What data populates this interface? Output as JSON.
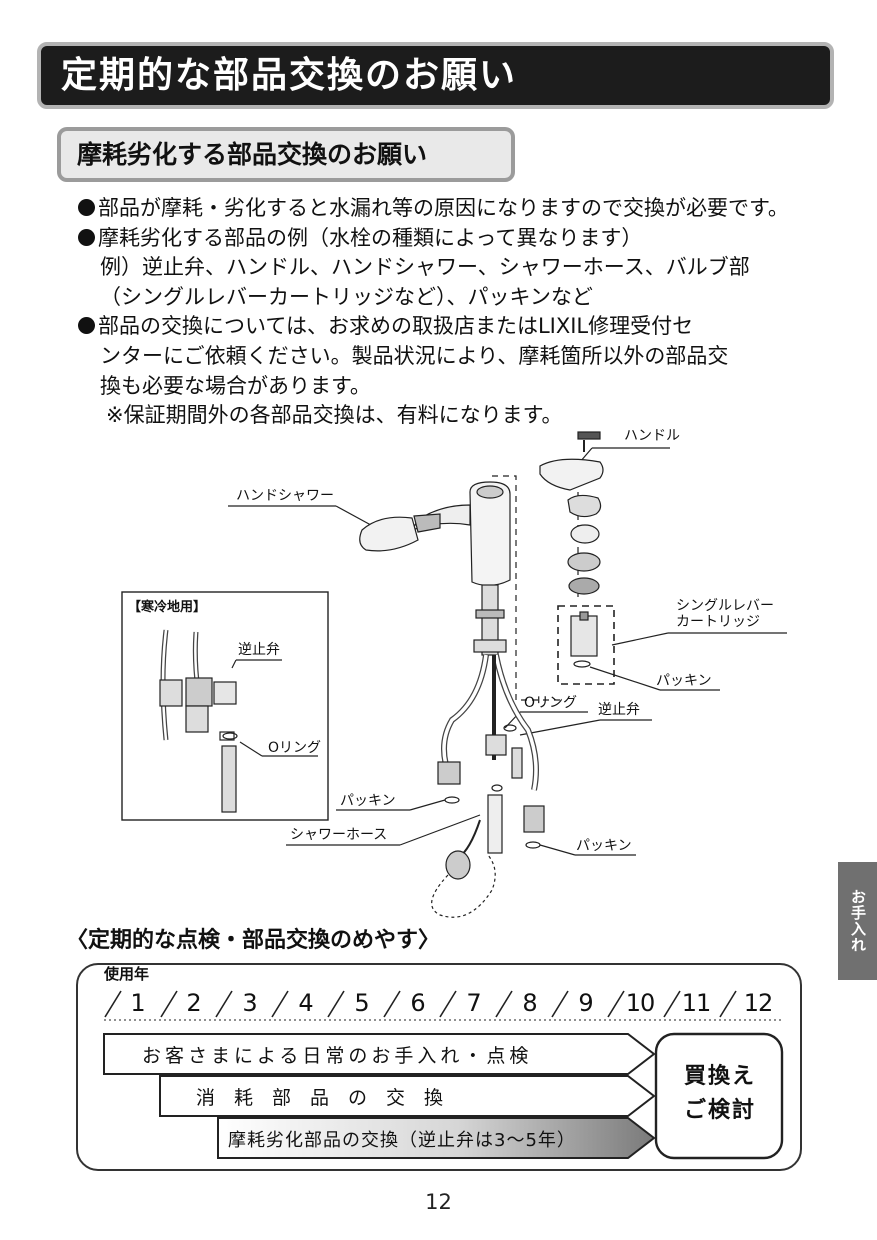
{
  "header": {
    "title": "定期的な部品交換のお願い",
    "subtitle": "摩耗劣化する部品交換のお願い"
  },
  "body": {
    "lines": [
      "部品が摩耗・劣化すると水漏れ等の原因になりますので交換が必要です。",
      "摩耗劣化する部品の例（水栓の種類によって異なります）",
      "例）逆止弁、ハンドル、ハンドシャワー、シャワーホース、バルブ部",
      "（シングルレバーカートリッジなど）、パッキンなど",
      "部品の交換については、お求めの取扱店またはLIXIL修理受付セ",
      "ンターにご依頼ください。製品状況により、摩耗箇所以外の部品交",
      "換も必要な場合があります。",
      "※保証期間外の各部品交換は、有料になります。"
    ]
  },
  "diagram": {
    "labels": {
      "handle": "ハンドル",
      "hand_shower": "ハンドシャワー",
      "cold_region": "【寒冷地用】",
      "check_valve_inset": "逆止弁",
      "o_ring_inset": "Oリング",
      "cartridge_1": "シングルレバー",
      "cartridge_2": "カートリッジ",
      "packing_1": "パッキン",
      "o_ring": "Oリング",
      "check_valve": "逆止弁",
      "packing_2": "パッキン",
      "shower_hose": "シャワーホース",
      "packing_3": "パッキン"
    }
  },
  "schedule": {
    "title": "〈定期的な点検・部品交換のめやす〉",
    "years_label": "使用年",
    "years": [
      "1",
      "2",
      "3",
      "4",
      "5",
      "6",
      "7",
      "8",
      "9",
      "10",
      "11",
      "12"
    ],
    "bars": [
      "お客さまによる日常のお手入れ・点検",
      "消　耗　部　品　の　交　換",
      "摩耗劣化部品の交換（逆止弁は3〜5年）"
    ],
    "replace": [
      "買換え",
      "ご検討"
    ]
  },
  "side_tab": "お手入れ",
  "page_number": "12"
}
